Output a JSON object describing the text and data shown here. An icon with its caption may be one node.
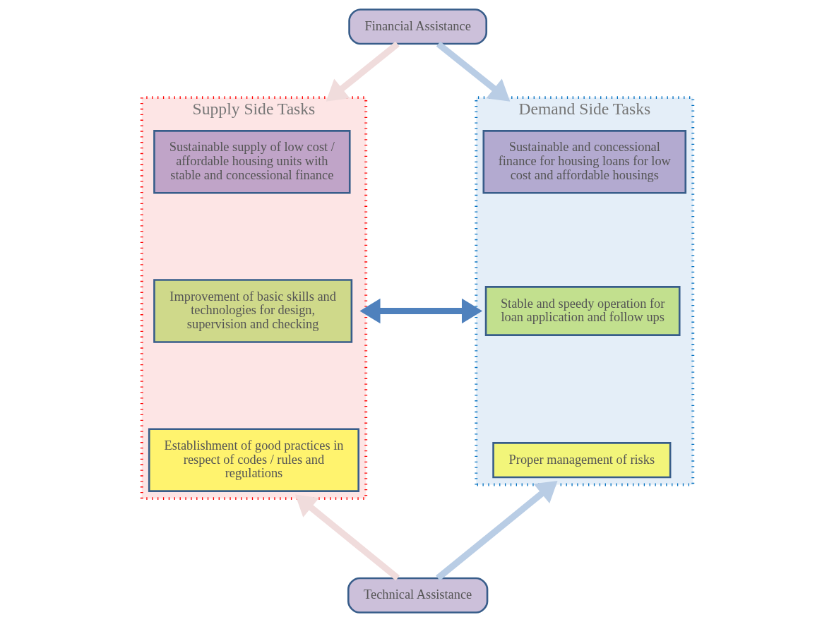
{
  "diagram": {
    "nodes": [
      {
        "text": [
          "Financial Assistance"
        ]
      },
      {
        "text": [
          "Supply Side Tasks"
        ]
      },
      {
        "text": [
          "Sustainable supply of low cost / affordable housing units with stable and concessional finance"
        ],
        "in": 1
      },
      {
        "text": [
          "Improvement of basic skills and technologies for design, supervision and checking"
        ],
        "in": 1
      },
      {
        "text": [
          "Establishment of good practices in respect of codes / rules and regulations"
        ],
        "in": 1
      },
      {
        "text": [
          "Demand Side Tasks"
        ]
      },
      {
        "text": [
          "Sustainable and concessional finance for housing loans for low cost and affordable housings"
        ],
        "in": 5
      },
      {
        "text": [
          "Stable and speedy operation for loan application and follow ups"
        ],
        "in": 5
      },
      {
        "text": [
          "Proper management of risks"
        ],
        "in": 5
      },
      {
        "text": [
          "Technical Assistance"
        ]
      }
    ],
    "edges": [
      {
        "from": 0,
        "to": 1,
        "arrow": "to",
        "color": "#f0dcdc"
      },
      {
        "from": 0,
        "to": 5,
        "arrow": "to",
        "color": "#b9cde5"
      },
      {
        "from": 1,
        "to": 5,
        "arrow": "both",
        "color": "#4f81bd"
      },
      {
        "from": 9,
        "to": 1,
        "arrow": "to",
        "color": "#f0dcdc"
      },
      {
        "from": 9,
        "to": 5,
        "arrow": "to",
        "color": "#b9cde5"
      }
    ]
  }
}
